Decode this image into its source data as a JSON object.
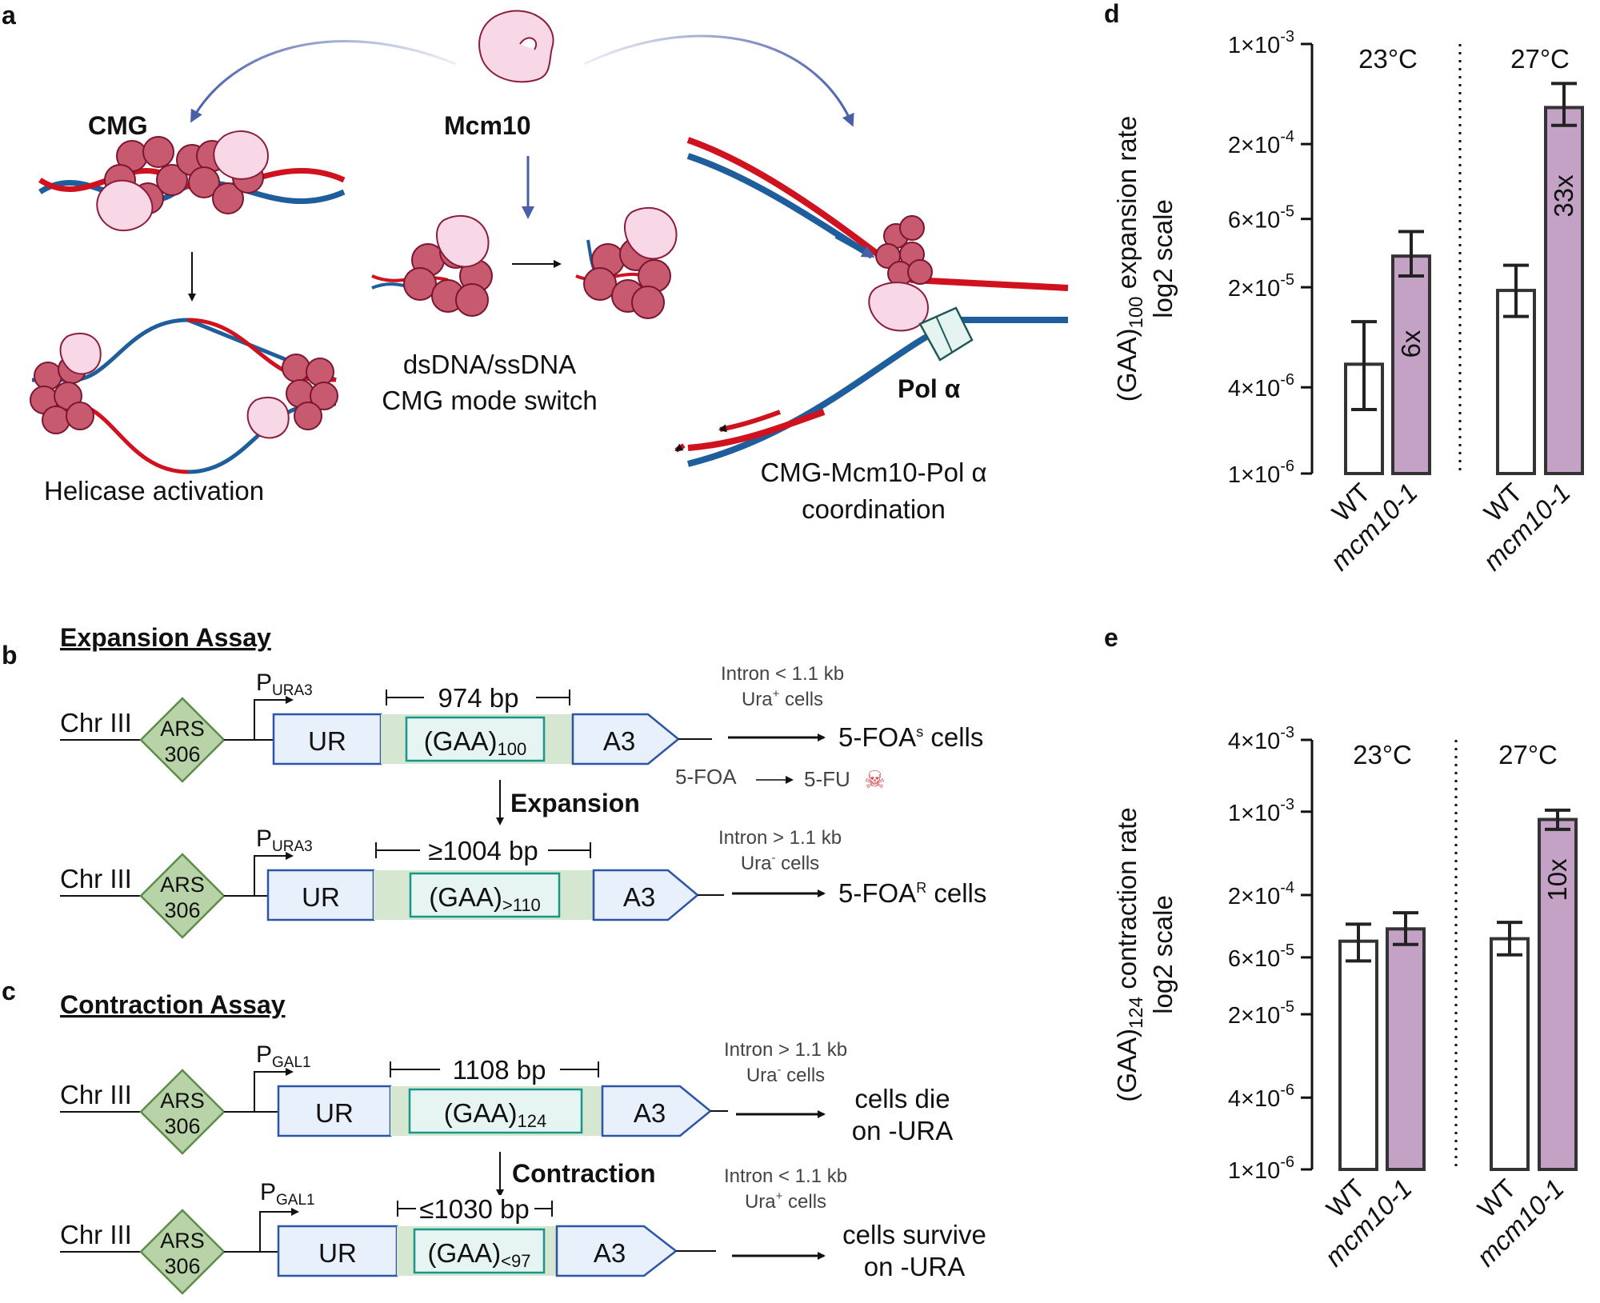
{
  "panels": {
    "a": "a",
    "b": "b",
    "c": "c",
    "d": "d",
    "e": "e"
  },
  "panel_a": {
    "cmg": "CMG",
    "mcm10": "Mcm10",
    "helicase": "Helicase activation",
    "mode_switch_1": "dsDNA/ssDNA",
    "mode_switch_2": "CMG mode switch",
    "pol": "Pol α",
    "coord_1": "CMG-Mcm10-Pol α",
    "coord_2": "coordination"
  },
  "panel_b": {
    "title": "Expansion Assay",
    "chr": "Chr III",
    "ars1": "ARS",
    "ars2": "306",
    "promoter": "P",
    "promoter_sub": "URA3",
    "ur": "UR",
    "a3": "A3",
    "top_bp": "974 bp",
    "top_gaa": "(GAA)",
    "top_gaa_sub": "100",
    "top_intron": "Intron < 1.1 kb",
    "top_ura": "Ura",
    "top_ura_sup": "+",
    "top_ura_tail": " cells",
    "top_result": "5-FOA",
    "top_result_sup": "s",
    "top_result_tail": " cells",
    "foa": "5-FOA",
    "fu": "5-FU",
    "skull": "☠",
    "event": "Expansion",
    "bot_bp": "≥1004 bp",
    "bot_gaa": "(GAA)",
    "bot_gaa_sub": ">110",
    "bot_intron": "Intron > 1.1 kb",
    "bot_ura": "Ura",
    "bot_ura_sup": "-",
    "bot_ura_tail": " cells",
    "bot_result": "5-FOA",
    "bot_result_sup": "R",
    "bot_result_tail": " cells"
  },
  "panel_c": {
    "title": "Contraction Assay",
    "chr": "Chr III",
    "ars1": "ARS",
    "ars2": "306",
    "promoter": "P",
    "promoter_sub": "GAL1",
    "ur": "UR",
    "a3": "A3",
    "top_bp": "1108 bp",
    "top_gaa": "(GAA)",
    "top_gaa_sub": "124",
    "top_intron": "Intron > 1.1 kb",
    "top_ura": "Ura",
    "top_ura_sup": "-",
    "top_ura_tail": " cells",
    "top_result_1": "cells die",
    "top_result_2": "on -URA",
    "event": "Contraction",
    "bot_bp": "≤1030 bp",
    "bot_gaa": "(GAA)",
    "bot_gaa_sub": "<97",
    "bot_intron": "Intron < 1.1 kb",
    "bot_ura": "Ura",
    "bot_ura_sup": "+",
    "bot_ura_tail": " cells",
    "bot_result_1": "cells survive",
    "bot_result_2": "on -URA"
  },
  "chart_data": [
    {
      "panel": "d",
      "type": "bar",
      "ylabel_main": "(GAA)",
      "ylabel_sub": "100",
      "ylabel_rest": " expansion rate",
      "ylabel_line2": "log2 scale",
      "yscale": "log2",
      "ylim": [
        1e-06,
        0.001
      ],
      "yticks": [
        {
          "value": 0.001,
          "mant": "1×10",
          "exp": "-3"
        },
        {
          "value": 0.0002,
          "mant": "2×10",
          "exp": "-4"
        },
        {
          "value": 6e-05,
          "mant": "6×10",
          "exp": "-5"
        },
        {
          "value": 2e-05,
          "mant": "2×10",
          "exp": "-5"
        },
        {
          "value": 4e-06,
          "mant": "4×10",
          "exp": "-6"
        },
        {
          "value": 1e-06,
          "mant": "1×10",
          "exp": "-6"
        }
      ],
      "groups": [
        "23°C",
        "27°C"
      ],
      "categories": [
        "WT",
        "mcm10-1",
        "WT",
        "mcm10-1"
      ],
      "values": [
        5.8e-06,
        3.3e-05,
        1.9e-05,
        0.00036
      ],
      "err_low": [
        2.8e-06,
        2.4e-05,
        1.25e-05,
        0.00027
      ],
      "err_high": [
        1.15e-05,
        4.9e-05,
        2.85e-05,
        0.00053
      ],
      "fills": [
        "#ffffff",
        "#c3a2c6",
        "#ffffff",
        "#c3a2c6"
      ],
      "bar_labels": [
        "",
        "6x",
        "",
        "33x"
      ]
    },
    {
      "panel": "e",
      "type": "bar",
      "ylabel_main": "(GAA)",
      "ylabel_sub": "124",
      "ylabel_rest": " contraction rate",
      "ylabel_line2": "log2 scale",
      "yscale": "log2",
      "ylim": [
        1e-06,
        0.004
      ],
      "yticks": [
        {
          "value": 0.004,
          "mant": "4×10",
          "exp": "-3"
        },
        {
          "value": 0.001,
          "mant": "1×10",
          "exp": "-3"
        },
        {
          "value": 0.0002,
          "mant": "2×10",
          "exp": "-4"
        },
        {
          "value": 6e-05,
          "mant": "6×10",
          "exp": "-5"
        },
        {
          "value": 2e-05,
          "mant": "2×10",
          "exp": "-5"
        },
        {
          "value": 4e-06,
          "mant": "4×10",
          "exp": "-6"
        },
        {
          "value": 1e-06,
          "mant": "1×10",
          "exp": "-6"
        }
      ],
      "groups": [
        "23°C",
        "27°C"
      ],
      "categories": [
        "WT",
        "mcm10-1",
        "WT",
        "mcm10-1"
      ],
      "values": [
        8.2e-05,
        0.000104,
        8.6e-05,
        0.00086
      ],
      "err_low": [
        5.6e-05,
        7.7e-05,
        6.3e-05,
        0.00071
      ],
      "err_high": [
        0.000114,
        0.000142,
        0.000118,
        0.00103
      ],
      "fills": [
        "#ffffff",
        "#c3a2c6",
        "#ffffff",
        "#c3a2c6"
      ],
      "bar_labels": [
        "",
        "",
        "",
        "10x"
      ]
    }
  ]
}
